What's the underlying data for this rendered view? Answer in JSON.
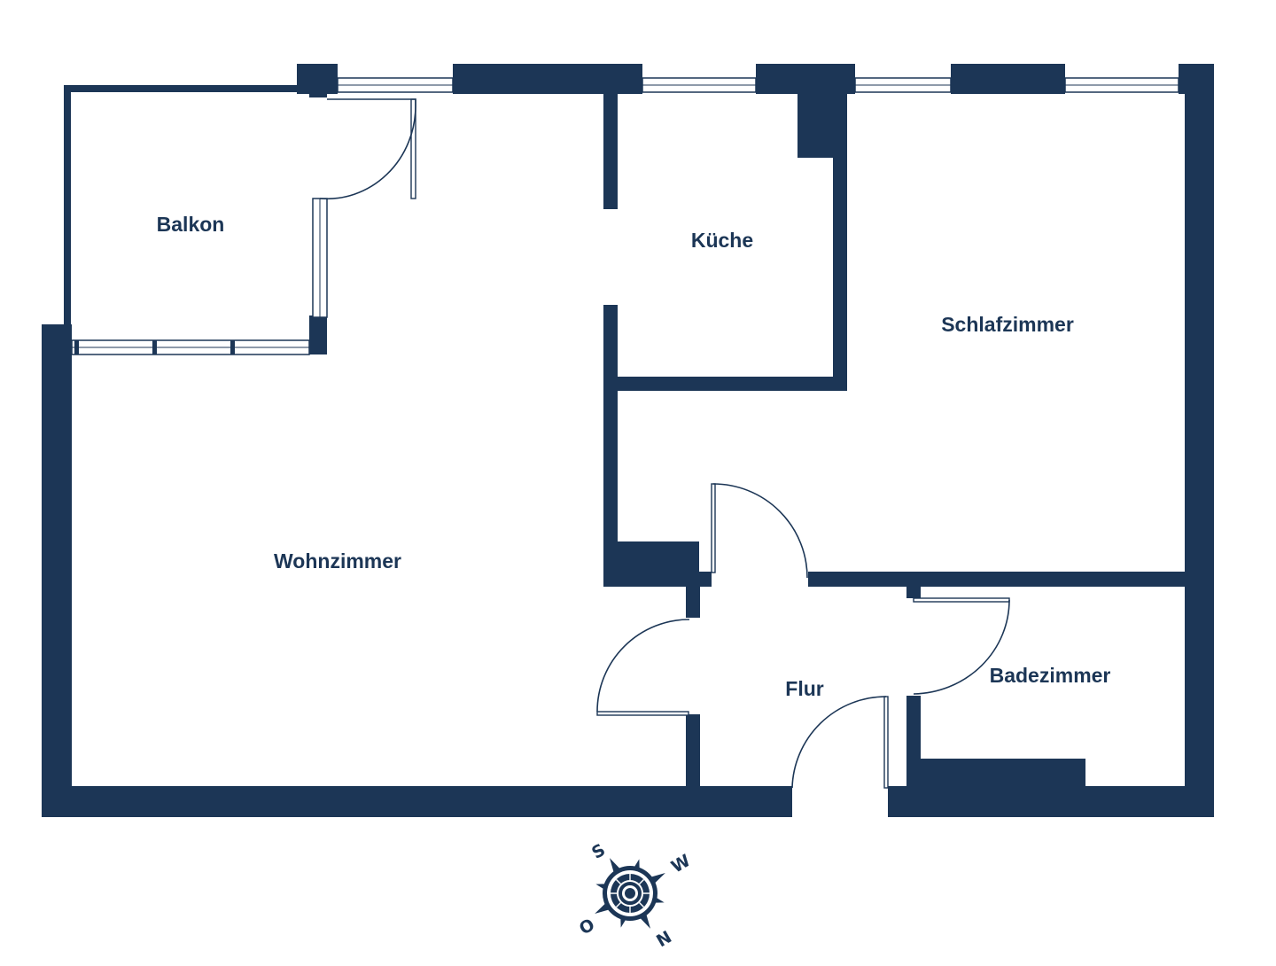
{
  "rooms": {
    "balkon": "Balkon",
    "kueche": "Küche",
    "schlafzimmer": "Schlafzimmer",
    "wohnzimmer": "Wohnzimmer",
    "flur": "Flur",
    "badezimmer": "Badezimmer"
  },
  "compass": {
    "s": "S",
    "w": "W",
    "o": "O",
    "n": "N"
  },
  "colors": {
    "wall": "#1c3656",
    "background": "#ffffff"
  }
}
